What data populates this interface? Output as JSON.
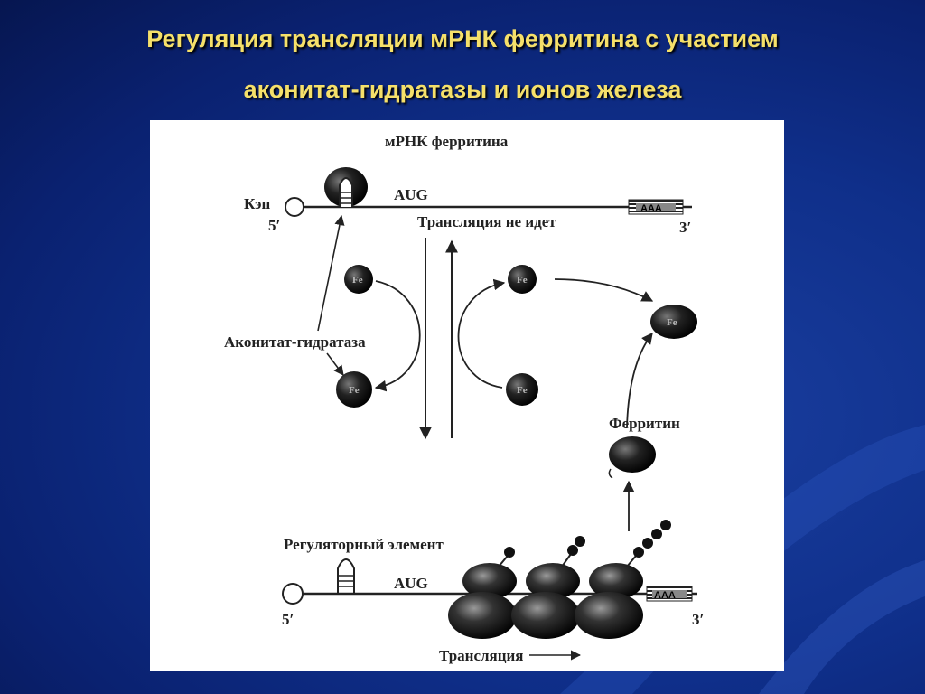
{
  "slide": {
    "title_line1": "Регуляция трансляции мРНК ферритина с участием",
    "title_line2": "аконитат-гидратазы и ионов железа",
    "title_color": "#f5e06a",
    "background_color": "#0f2f8a"
  },
  "diagram": {
    "mrna_label": "мРНК ферритина",
    "cap_label": "Кэп",
    "five_prime": "5′",
    "three_prime": "3′",
    "aug": "AUG",
    "poly_a": "AAA",
    "no_translation": "Трансляция не идет",
    "aconitase_label": "Аконитат-гидратаза",
    "fe": "Fe",
    "ferritin_label": "Ферритин",
    "regulatory_element_label": "Регуляторный элемент",
    "translation_label": "Трансляция"
  }
}
